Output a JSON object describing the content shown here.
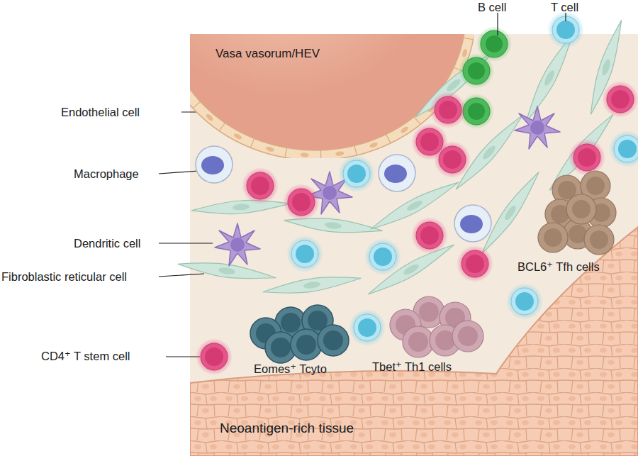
{
  "diagram": {
    "nodes": [
      {
        "text": [
          "Vasa vasorum/HEV"
        ]
      },
      {
        "text": [
          "Neoantigen-rich tissue"
        ]
      }
    ],
    "labels": [
      "B cell",
      "T cell",
      "Endothelial cell",
      "Macrophage",
      "Dendritic cell",
      "Fibroblastic reticular cell",
      "CD4⁺ T stem cell",
      "BCL6⁺ Tfh cells",
      "Eomes⁺ Tcyto",
      "Tbet⁺ Th1 cells"
    ]
  }
}
